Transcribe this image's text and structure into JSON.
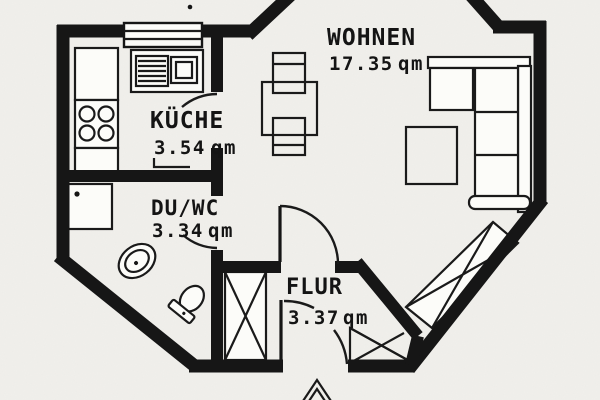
{
  "plan": {
    "rooms": [
      {
        "name": "WOHNEN",
        "area": "17.35",
        "unit": "qm"
      },
      {
        "name": "KÜCHE",
        "area": "3.54",
        "unit": "qm"
      },
      {
        "name": "DU/WC",
        "area": "3.34",
        "unit": "qm"
      },
      {
        "name": "FLUR",
        "area": "3.37",
        "unit": "qm"
      }
    ]
  },
  "rooms": [
    {
      "name": "WOHNEN",
      "area": "17.35",
      "unit": "qm"
    },
    {
      "name": "KÜCHE",
      "area": "3.54",
      "unit": "qm"
    },
    {
      "name": "DU/WC",
      "area": "3.34",
      "unit": "qm"
    },
    {
      "name": "FLUR",
      "area": "3.37",
      "unit": "qm"
    }
  ],
  "symbols": {
    "entrance_arrow": "up-arrow-outline",
    "wardrobe_mark": "x-cross",
    "shaft_mark": "x-cross"
  },
  "colors": {
    "wall": "#161616",
    "paper": "#f1f0ec",
    "fixture_fill": "#fcfcf9"
  }
}
